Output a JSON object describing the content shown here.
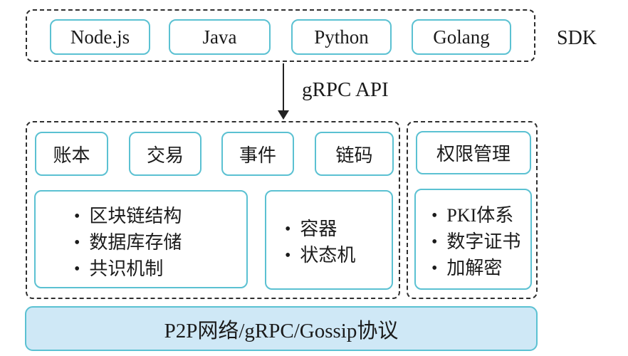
{
  "colors": {
    "accent_border": "#5bc1d2",
    "dashed_border": "#2f2f2f",
    "network_bar_fill": "#cfe8f6",
    "text": "#1b1b1b",
    "background": "#ffffff"
  },
  "sdk_layer": {
    "label": "SDK",
    "languages": [
      "Node.js",
      "Java",
      "Python",
      "Golang"
    ]
  },
  "connector": {
    "label": "gRPC API"
  },
  "core_layer": {
    "modules": [
      "账本",
      "交易",
      "事件",
      "链码"
    ],
    "ledger_group": {
      "items": [
        "区块链结构",
        "数据库存储",
        "共识机制"
      ]
    },
    "chaincode_group": {
      "items": [
        "容器",
        "状态机"
      ]
    }
  },
  "permission_layer": {
    "title": "权限管理",
    "items": [
      "PKI体系",
      "数字证书",
      "加解密"
    ]
  },
  "network_layer": {
    "label": "P2P网络/gRPC/Gossip协议"
  }
}
